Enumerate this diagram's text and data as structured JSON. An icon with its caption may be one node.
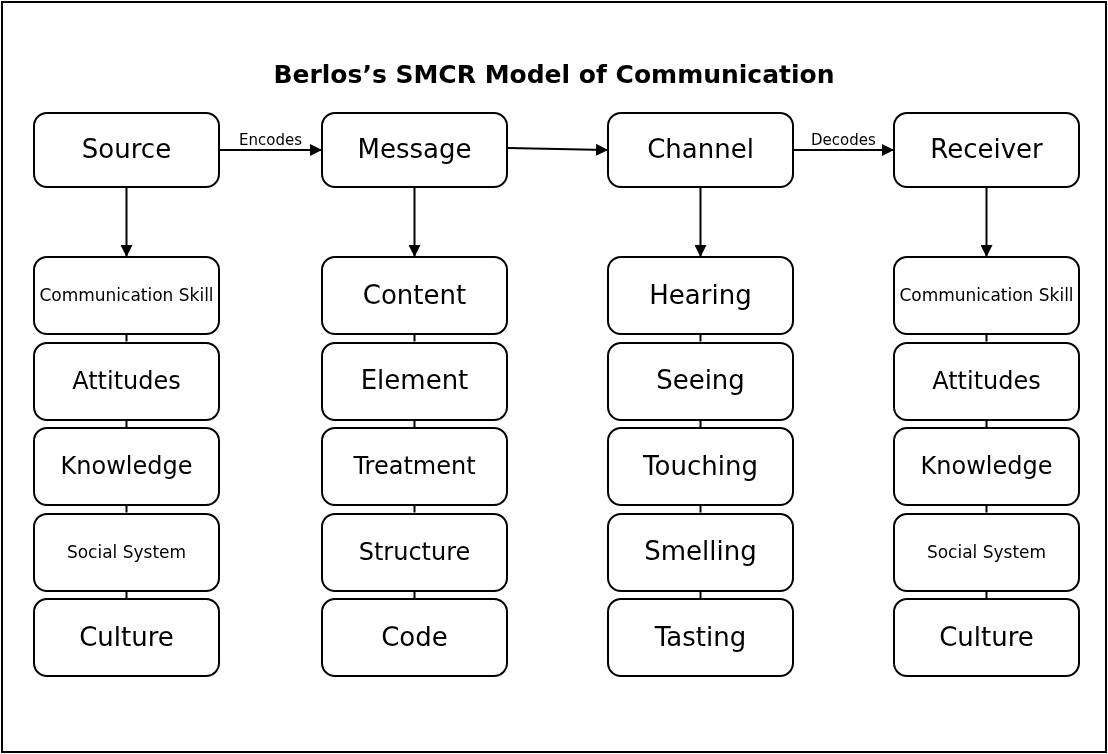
{
  "diagram": {
    "title": "Berlos’s SMCR Model of Communication",
    "nodes": [
      {
        "text": [
          "Source"
        ]
      },
      {
        "text": [
          "Message"
        ]
      },
      {
        "text": [
          "Channel"
        ]
      },
      {
        "text": [
          "Receiver"
        ]
      },
      {
        "text": [
          "Communication Skill"
        ]
      },
      {
        "text": [
          "Attitudes"
        ]
      },
      {
        "text": [
          "Knowledge"
        ]
      },
      {
        "text": [
          "Social System"
        ]
      },
      {
        "text": [
          "Culture"
        ]
      },
      {
        "text": [
          "Content"
        ]
      },
      {
        "text": [
          "Element"
        ]
      },
      {
        "text": [
          "Treatment"
        ]
      },
      {
        "text": [
          "Structure"
        ]
      },
      {
        "text": [
          "Code"
        ]
      },
      {
        "text": [
          "Hearing"
        ]
      },
      {
        "text": [
          "Seeing"
        ]
      },
      {
        "text": [
          "Touching"
        ]
      },
      {
        "text": [
          "Smelling"
        ]
      },
      {
        "text": [
          "Tasting"
        ]
      },
      {
        "text": [
          "Communication Skill"
        ]
      },
      {
        "text": [
          "Attitudes"
        ]
      },
      {
        "text": [
          "Knowledge"
        ]
      },
      {
        "text": [
          "Social System"
        ]
      },
      {
        "text": [
          "Culture"
        ]
      }
    ],
    "edges": [
      {
        "from": 0,
        "to": 1,
        "arrow": "to",
        "label": "Encodes"
      },
      {
        "from": 1,
        "to": 2,
        "arrow": "to"
      },
      {
        "from": 2,
        "to": 3,
        "arrow": "to",
        "label": "Decodes"
      },
      {
        "from": 0,
        "to": 4,
        "arrow": "to"
      },
      {
        "from": 1,
        "to": 9,
        "arrow": "to"
      },
      {
        "from": 2,
        "to": 14,
        "arrow": "to"
      },
      {
        "from": 3,
        "to": 19,
        "arrow": "to"
      },
      {
        "from": 4,
        "to": 5,
        "arrow": "none"
      },
      {
        "from": 5,
        "to": 6,
        "arrow": "none"
      },
      {
        "from": 6,
        "to": 7,
        "arrow": "none"
      },
      {
        "from": 7,
        "to": 8,
        "arrow": "none"
      },
      {
        "from": 9,
        "to": 10,
        "arrow": "none"
      },
      {
        "from": 10,
        "to": 11,
        "arrow": "none"
      },
      {
        "from": 11,
        "to": 12,
        "arrow": "none"
      },
      {
        "from": 12,
        "to": 13,
        "arrow": "none"
      },
      {
        "from": 14,
        "to": 15,
        "arrow": "none"
      },
      {
        "from": 15,
        "to": 16,
        "arrow": "none"
      },
      {
        "from": 16,
        "to": 17,
        "arrow": "none"
      },
      {
        "from": 17,
        "to": 18,
        "arrow": "none"
      },
      {
        "from": 19,
        "to": 20,
        "arrow": "none"
      },
      {
        "from": 20,
        "to": 21,
        "arrow": "none"
      },
      {
        "from": 21,
        "to": 22,
        "arrow": "none"
      },
      {
        "from": 22,
        "to": 23,
        "arrow": "none"
      }
    ]
  }
}
